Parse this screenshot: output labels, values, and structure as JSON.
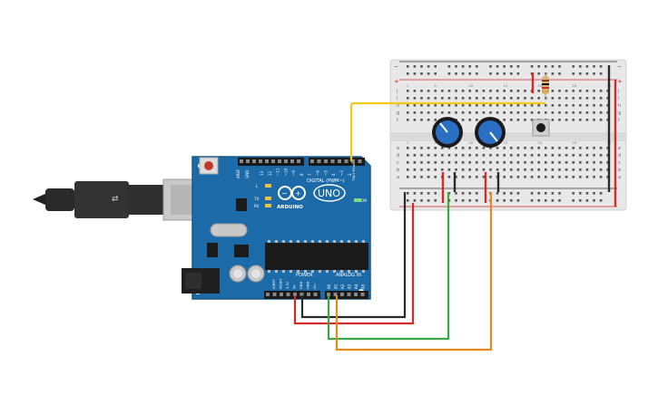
{
  "board": {
    "logo_text": "UNO",
    "brand_text": "ARDUINO",
    "on_label": "ON",
    "tx_label": "TX",
    "rx_label": "RX",
    "l_label": "L",
    "digital_label": "DIGITAL (PWM~)",
    "aref_label": "AREF",
    "gnd_label": "GND",
    "txrx_label": "TX▸1 RX◂0",
    "power_label": "POWER",
    "analog_label": "ANALOG IN",
    "digital_pins": [
      "13",
      "12",
      "~11",
      "~10",
      "~9",
      "8",
      "7",
      "~6",
      "~5",
      "4",
      "~3",
      "2"
    ],
    "power_pins": [
      "IOREF",
      "RESET",
      "3.3V",
      "5V",
      "GND",
      "GND",
      "Vin"
    ],
    "analog_pins": [
      "A0",
      "A1",
      "A2",
      "A3",
      "A4",
      "A5"
    ]
  },
  "breadboard": {
    "row_letters_left": [
      "j",
      "i",
      "h",
      "g",
      "f",
      "e",
      "d",
      "c",
      "b",
      "a"
    ],
    "row_letters_right": [
      "j",
      "i",
      "h",
      "g",
      "f",
      "e",
      "d",
      "c",
      "b",
      "a"
    ],
    "column_numbers": [
      "1",
      "5",
      "10",
      "15",
      "20",
      "25",
      "30"
    ],
    "rail_plus": "+",
    "rail_minus": "−"
  },
  "colors": {
    "board": "#1d6aa8",
    "board_edge": "#15578c",
    "breadboard": "#e8e8e8",
    "wire_red": "#d42a2a",
    "wire_black": "#2a2a2a",
    "wire_green": "#3aa845",
    "wire_orange": "#e58a1f",
    "wire_yellow": "#f2c81a",
    "pot_body": "#2b6fc4"
  },
  "icons": {
    "usb_cable": "usb-cable-icon",
    "potentiometer": "potentiometer-icon",
    "button": "pushbutton-icon",
    "resistor": "resistor-icon"
  }
}
